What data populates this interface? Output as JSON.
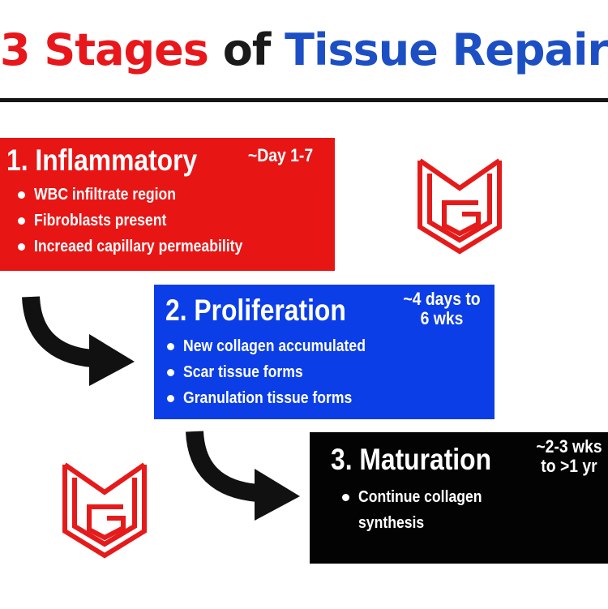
{
  "title": {
    "part1": "3 Stages",
    "part2": "of",
    "part3": "Tissue Repair"
  },
  "colors": {
    "red": "#e81515",
    "blue": "#0b3ee6",
    "black": "#030303",
    "title_red": "#e8171c",
    "title_blue": "#1d4fc4"
  },
  "stages": [
    {
      "title": "1. Inflammatory",
      "time_line1": "~Day 1-7",
      "time_line2": "",
      "bullets": [
        "WBC infiltrate region",
        "Fibroblasts present",
        "Increaed capillary permeability"
      ]
    },
    {
      "title": "2. Proliferation",
      "time_line1": "~4 days to",
      "time_line2": "6 wks",
      "bullets": [
        "New collagen accumulated",
        "Scar tissue forms",
        "Granulation tissue forms"
      ]
    },
    {
      "title": "3. Maturation",
      "time_line1": "~2-3 wks",
      "time_line2": "to >1 yr",
      "bullets": [
        "Continue collagen",
        "synthesis"
      ]
    }
  ],
  "icons": {
    "arrow": "curved-arrow-icon",
    "logo": "mg-logo-icon"
  }
}
